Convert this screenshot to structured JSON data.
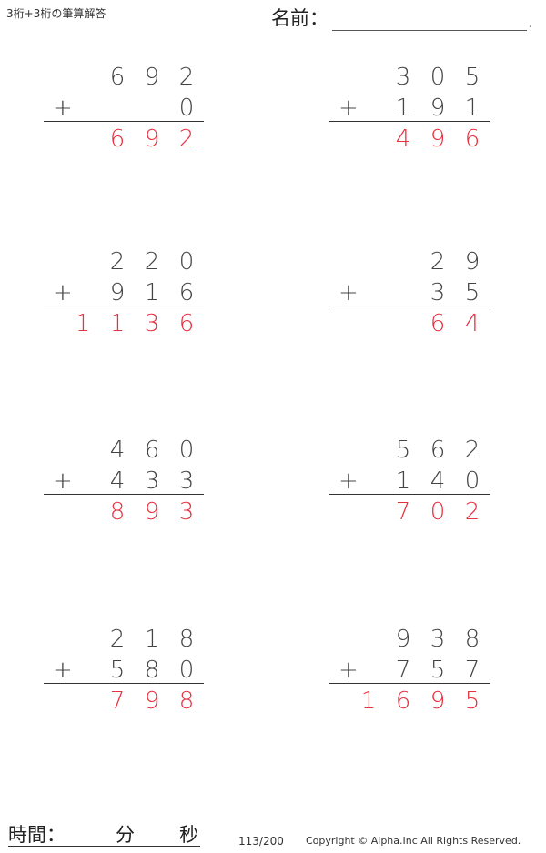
{
  "header": {
    "title": "3桁+3桁の筆算解答",
    "name_label": "名前：",
    "name_dot": "."
  },
  "problems": [
    {
      "top": [
        "",
        "6",
        "9",
        "2"
      ],
      "bottom": [
        "",
        "",
        "",
        "0"
      ],
      "answer": [
        "",
        "6",
        "9",
        "2"
      ],
      "plus": "+"
    },
    {
      "top": [
        "",
        "3",
        "0",
        "5"
      ],
      "bottom": [
        "",
        "1",
        "9",
        "1"
      ],
      "answer": [
        "",
        "4",
        "9",
        "6"
      ],
      "plus": "+"
    },
    {
      "top": [
        "",
        "2",
        "2",
        "0"
      ],
      "bottom": [
        "",
        "9",
        "1",
        "6"
      ],
      "answer": [
        "1",
        "1",
        "3",
        "6"
      ],
      "plus": "+"
    },
    {
      "top": [
        "",
        "",
        "2",
        "9"
      ],
      "bottom": [
        "",
        "",
        "3",
        "5"
      ],
      "answer": [
        "",
        "",
        "6",
        "4"
      ],
      "plus": "+"
    },
    {
      "top": [
        "",
        "4",
        "6",
        "0"
      ],
      "bottom": [
        "",
        "4",
        "3",
        "3"
      ],
      "answer": [
        "",
        "8",
        "9",
        "3"
      ],
      "plus": "+"
    },
    {
      "top": [
        "",
        "5",
        "6",
        "2"
      ],
      "bottom": [
        "",
        "1",
        "4",
        "0"
      ],
      "answer": [
        "",
        "7",
        "0",
        "2"
      ],
      "plus": "+"
    },
    {
      "top": [
        "",
        "2",
        "1",
        "8"
      ],
      "bottom": [
        "",
        "5",
        "8",
        "0"
      ],
      "answer": [
        "",
        "7",
        "9",
        "8"
      ],
      "plus": "+"
    },
    {
      "top": [
        "",
        "9",
        "3",
        "8"
      ],
      "bottom": [
        "",
        "7",
        "5",
        "7"
      ],
      "answer": [
        "1",
        "6",
        "9",
        "5"
      ],
      "plus": "+"
    }
  ],
  "footer": {
    "time_label": "時間：",
    "minutes_label": "分",
    "seconds_label": "秒",
    "page": "113/200",
    "copyright": "Copyright © Alpha.Inc All Rights Reserved."
  },
  "colors": {
    "answer": "#e8303f",
    "digits": "#444444"
  }
}
